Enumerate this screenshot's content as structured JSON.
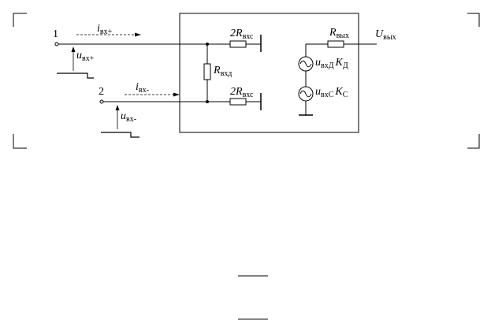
{
  "diagram": {
    "input_plus": {
      "node": "1",
      "current_symbol": "i",
      "current_sub": "вх+",
      "voltage_symbol": "u",
      "voltage_sub": "вх+"
    },
    "input_minus": {
      "node": "2",
      "current_symbol": "i",
      "current_sub": "вх-",
      "voltage_symbol": "u",
      "voltage_sub": "вх-"
    },
    "resistors": {
      "common_top": {
        "prefix": "2",
        "symbol": "R",
        "sub": "вхс"
      },
      "common_bottom": {
        "prefix": "2",
        "symbol": "R",
        "sub": "вхс"
      },
      "differential": {
        "symbol": "R",
        "sub": "вхд"
      },
      "output": {
        "symbol": "R",
        "sub": "вых"
      }
    },
    "sources": {
      "differential": {
        "u": "u",
        "u_sub": "вхД",
        "k": "K",
        "k_sub": "Д"
      },
      "common": {
        "u": "u",
        "u_sub": "вхС",
        "k": "K",
        "k_sub": "С"
      }
    },
    "output": {
      "symbol": "U",
      "sub": "вых"
    },
    "colors": {
      "ink": "#000000",
      "background": "#ffffff"
    }
  }
}
